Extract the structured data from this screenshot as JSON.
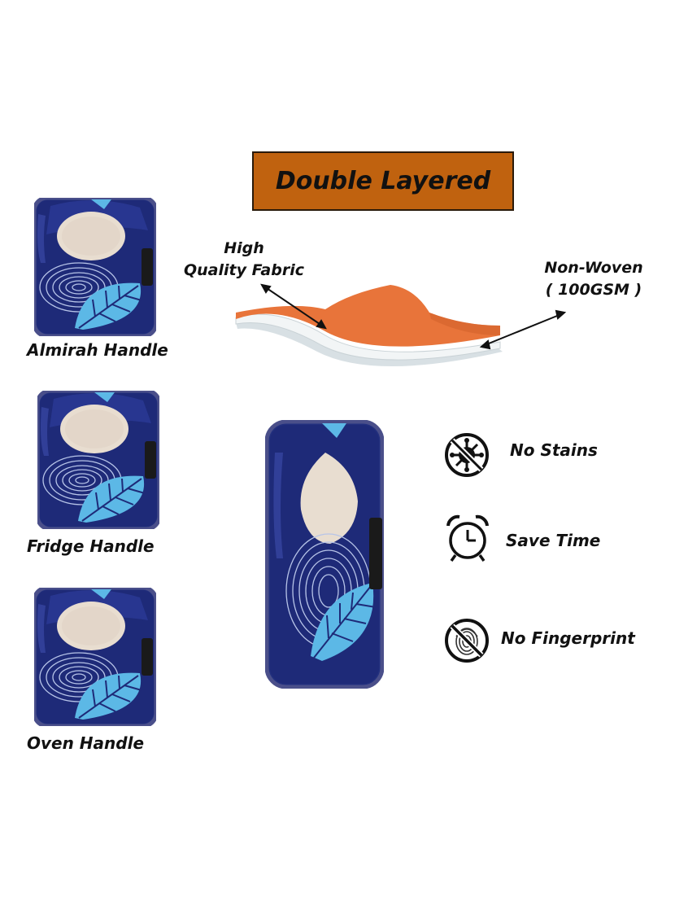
{
  "title": "Double Layered",
  "fabric": {
    "top_label_line1": "High",
    "top_label_line2": "Quality Fabric",
    "bottom_label_line1": "Non-Woven",
    "bottom_label_line2": "( 100GSM )",
    "top_color": "#e8743a",
    "bottom_color": "#e6ecee"
  },
  "covers": [
    {
      "label": "Almirah Handle"
    },
    {
      "label": "Fridge Handle"
    },
    {
      "label": "Oven Handle"
    }
  ],
  "features": [
    {
      "label": "No Stains",
      "icon": "virus-blocked-icon"
    },
    {
      "label": "Save Time",
      "icon": "alarm-clock-icon"
    },
    {
      "label": "No Fingerprint",
      "icon": "fingerprint-blocked-icon"
    }
  ],
  "colors": {
    "cover_navy": "#1f2a7a",
    "cover_light": "#5cb8e6",
    "leaf_beige": "#e8ddd0",
    "title_bg": "#c0620f"
  }
}
